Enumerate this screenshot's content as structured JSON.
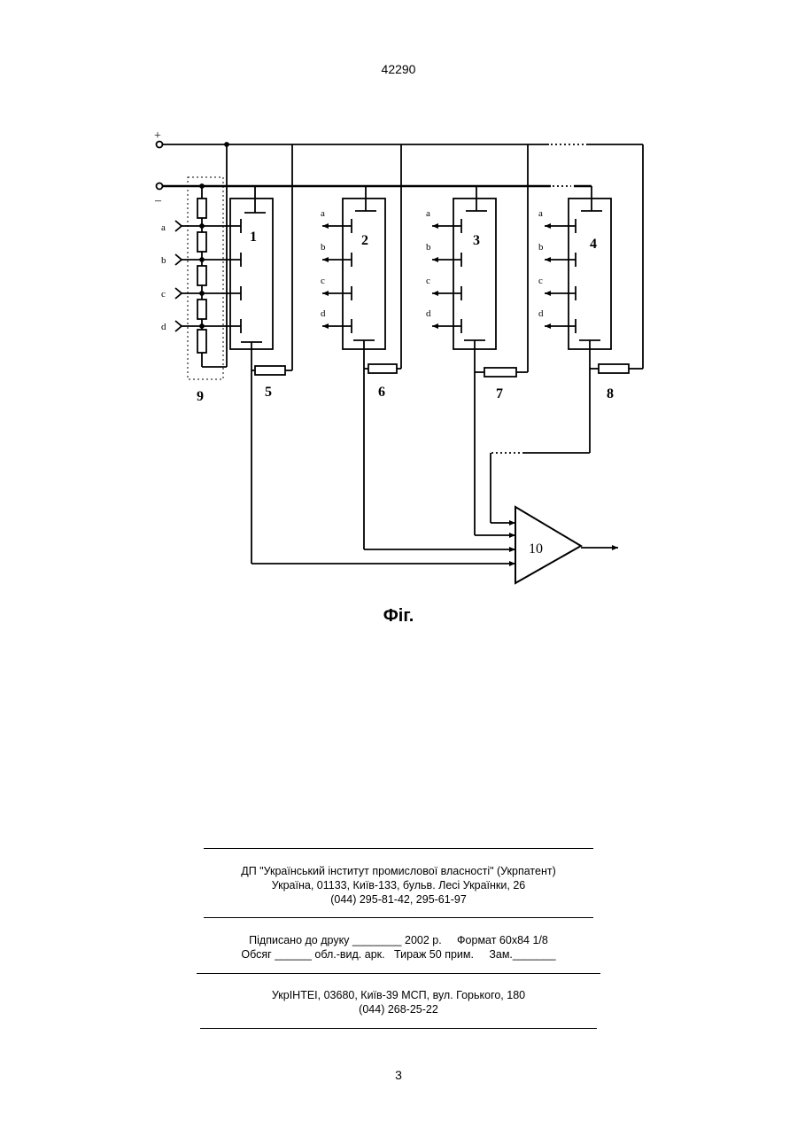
{
  "header": {
    "patent_number": "42290"
  },
  "figure": {
    "caption": "Фіг.",
    "terminals": {
      "plus": "+",
      "minus": "–"
    },
    "units": [
      {
        "number": "1"
      },
      {
        "number": "2"
      },
      {
        "number": "3"
      },
      {
        "number": "4"
      }
    ],
    "resistors": [
      {
        "number": "5"
      },
      {
        "number": "6"
      },
      {
        "number": "7"
      },
      {
        "number": "8"
      }
    ],
    "divider": {
      "number": "9"
    },
    "amplifier": {
      "number": "10"
    },
    "tap_labels": [
      "a",
      "b",
      "c",
      "d"
    ]
  },
  "imprint": {
    "publisher": [
      "ДП \"Український інститут промислової власності\" (Укрпатент)",
      "Україна, 01133, Київ-133, бульв. Лесі Українки, 26",
      "(044) 295-81-42, 295-61-97"
    ],
    "print_info": [
      "Підписано до друку ________ 2002 р.     Формат 60х84 1/8",
      "Обсяг ______ обл.-вид. арк.   Тираж 50 прим.     Зам._______"
    ],
    "printer": [
      "УкрІНТЕІ, 03680, Київ-39 МСП, вул. Горького, 180",
      "(044) 268-25-22"
    ]
  },
  "footer": {
    "page_number": "3"
  }
}
